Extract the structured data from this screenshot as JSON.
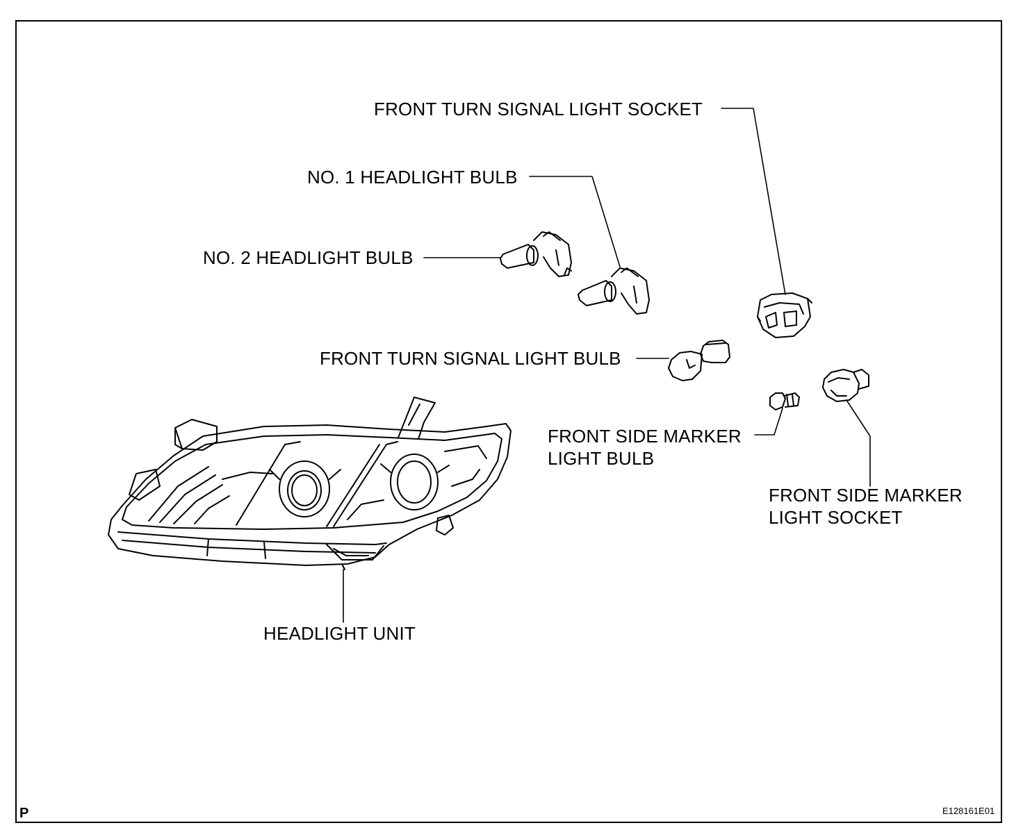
{
  "labels": {
    "turn_signal_socket": "FRONT TURN SIGNAL LIGHT SOCKET",
    "no1_bulb": "NO. 1 HEADLIGHT BULB",
    "no2_bulb": "NO. 2 HEADLIGHT BULB",
    "turn_signal_bulb": "FRONT TURN SIGNAL LIGHT BULB",
    "side_marker_bulb_line1": "FRONT SIDE MARKER",
    "side_marker_bulb_line2": "LIGHT BULB",
    "side_marker_socket_line1": "FRONT SIDE MARKER",
    "side_marker_socket_line2": "LIGHT SOCKET",
    "headlight_unit": "HEADLIGHT UNIT"
  },
  "corner_mark": "P",
  "figure_code": "E128161E01"
}
